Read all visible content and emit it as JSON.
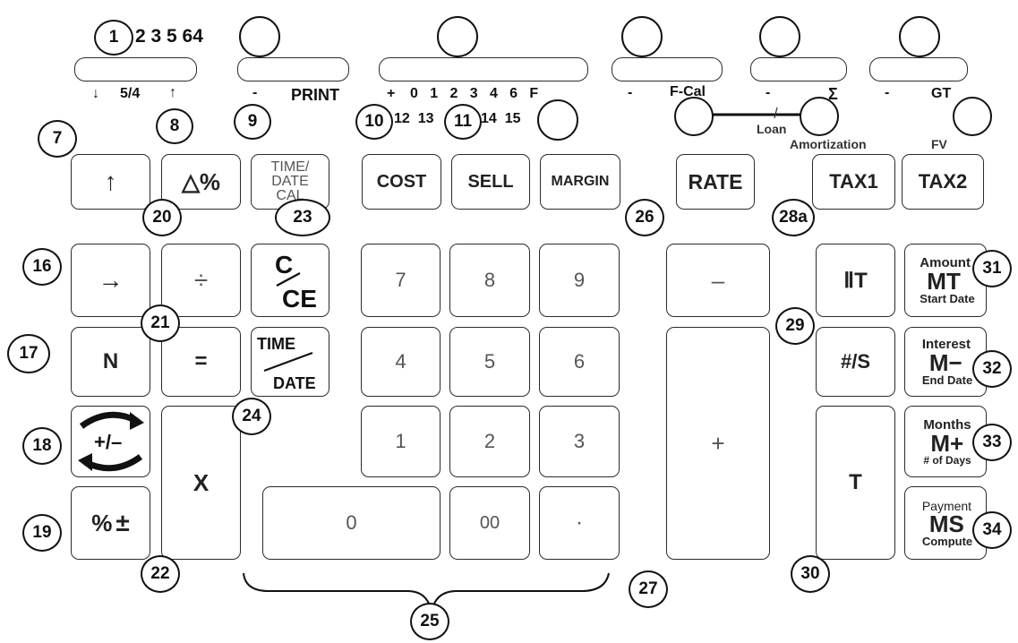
{
  "selectors": {
    "rounding_header": "2 3 5 64",
    "rounding_left": "↓",
    "rounding_mid": "5/4",
    "rounding_right": "↑",
    "print_left": "-",
    "print_right": "PRINT",
    "decimal_plus": "+",
    "decimal_digits": "0   1   2   3   4   6   F",
    "decimal_sub": "12  13",
    "decimal_sub2": "14  15",
    "fcal_left": "-",
    "fcal_right": "F-Cal",
    "sigma_left": "-",
    "sigma_right": "Σ",
    "gt_left": "-",
    "gt_right": "GT"
  },
  "modes": {
    "loan": "Loan",
    "amortization": "Amortization",
    "fv": "FV"
  },
  "keys": {
    "up_arrow": "↑",
    "delta_pct": "△%",
    "time_date_cal_1": "TIME/",
    "time_date_cal_2": "DATE",
    "time_date_cal_3": "CAL",
    "cost": "COST",
    "sell": "SELL",
    "margin": "MARGIN",
    "rate": "RATE",
    "tax1": "TAX1",
    "tax2": "TAX2",
    "right_arrow": "→",
    "divide": "÷",
    "c": "C",
    "ce": "CE",
    "n": "N",
    "equals": "=",
    "time": "TIME",
    "date": "DATE",
    "sign": "+/–",
    "pct_pm": "%",
    "pm": "±",
    "multiply": "X",
    "d7": "7",
    "d8": "8",
    "d9": "9",
    "d4": "4",
    "d5": "5",
    "d6": "6",
    "d1": "1",
    "d2": "2",
    "d3": "3",
    "d0": "0",
    "d00": "00",
    "dot": "·",
    "minus": "–",
    "plus": "+",
    "iit": "ⅡT",
    "num_s": "#/S",
    "t": "T",
    "mt_top": "Amount",
    "mt": "MT",
    "mt_bottom": "Start Date",
    "mminus_top": "Interest",
    "mminus": "M−",
    "mminus_bottom": "End Date",
    "mplus_top": "Months",
    "mplus": "M+",
    "mplus_bottom": "# of Days",
    "ms_top": "Payment",
    "ms": "MS",
    "ms_bottom": "Compute"
  },
  "callouts": {
    "c1": "1",
    "c7": "7",
    "c8": "8",
    "c9": "9",
    "c10": "10",
    "c11": "11",
    "c16": "16",
    "c17": "17",
    "c18": "18",
    "c19": "19",
    "c20": "20",
    "c21": "21",
    "c22": "22",
    "c23": "23",
    "c24": "24",
    "c25": "25",
    "c26": "26",
    "c27": "27",
    "c28a": "28a",
    "c29": "29",
    "c30": "30",
    "c31": "31",
    "c32": "32",
    "c33": "33",
    "c34": "34"
  }
}
